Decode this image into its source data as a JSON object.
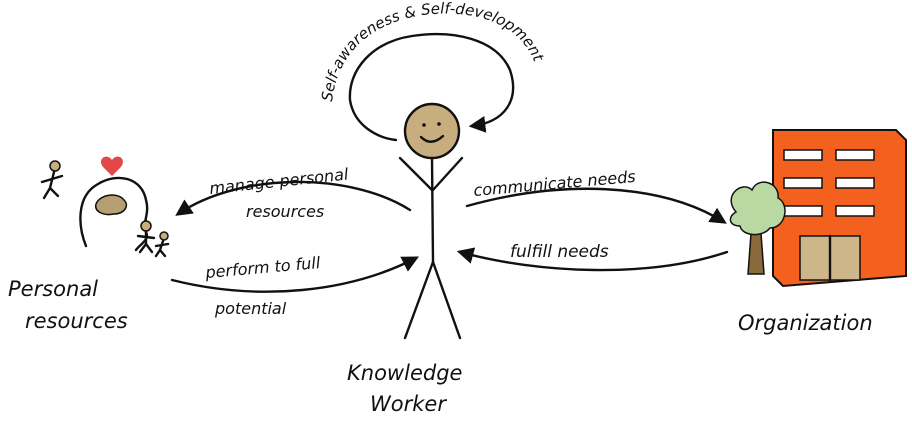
{
  "labels": {
    "self_development": "Self-awareness & Self-development",
    "manage_line1": "manage personal",
    "manage_line2": "resources",
    "perform_line1": "perform to full",
    "perform_line2": "potential",
    "communicate": "communicate needs",
    "fulfill": "fulfill needs",
    "personal_line1": "Personal",
    "personal_line2": "resources",
    "organization": "Organization",
    "worker_line1": "Knowledge",
    "worker_line2": "Worker"
  },
  "colors": {
    "face": "#c8ad7f",
    "building": "#f4611e",
    "tree": "#b9d9a3",
    "trunk": "#8a6a3c",
    "door": "#cdb78a",
    "heart": "#e34848",
    "brain": "#b79f74",
    "person_head": "#c8ad7f"
  }
}
